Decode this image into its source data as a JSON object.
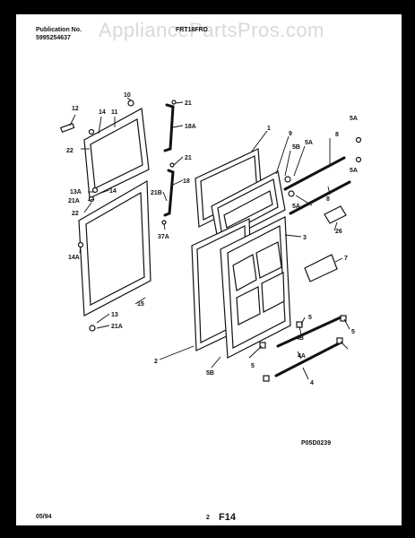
{
  "header": {
    "publication_label": "Publication No.",
    "publication_number": "5995254637",
    "model": "FRT18FRD"
  },
  "watermark": "AppliancePartsPros.com",
  "footer": {
    "date": "05/94",
    "page": "2",
    "figure": "F14",
    "drawing_code": "P05D0239"
  },
  "callouts": {
    "c12": "12",
    "c14a": "14",
    "c11": "11",
    "c10": "10",
    "c21a": "21",
    "c18a": "18A",
    "c21b": "21",
    "c18": "18",
    "c21bb": "21B",
    "c37a": "37A",
    "c22a": "22",
    "c13a": "13A",
    "c14b": "14",
    "c21aa": "21A",
    "c22b": "22",
    "c14aa": "14A",
    "c15": "15",
    "c13": "13",
    "c21ab": "21A",
    "c1": "1",
    "c9": "9",
    "c5b": "5B",
    "c5aa": "5A",
    "c8a": "8",
    "c5ab": "5A",
    "c5ac": "5A",
    "c8b": "8",
    "c5ad": "5A",
    "c3": "3",
    "c26": "26",
    "c7": "7",
    "c5a": "5",
    "c4b": "4B",
    "c5b2": "5",
    "c5c": "5",
    "c4a": "4A",
    "c4": "4",
    "c2": "2",
    "c5bb": "5B"
  }
}
